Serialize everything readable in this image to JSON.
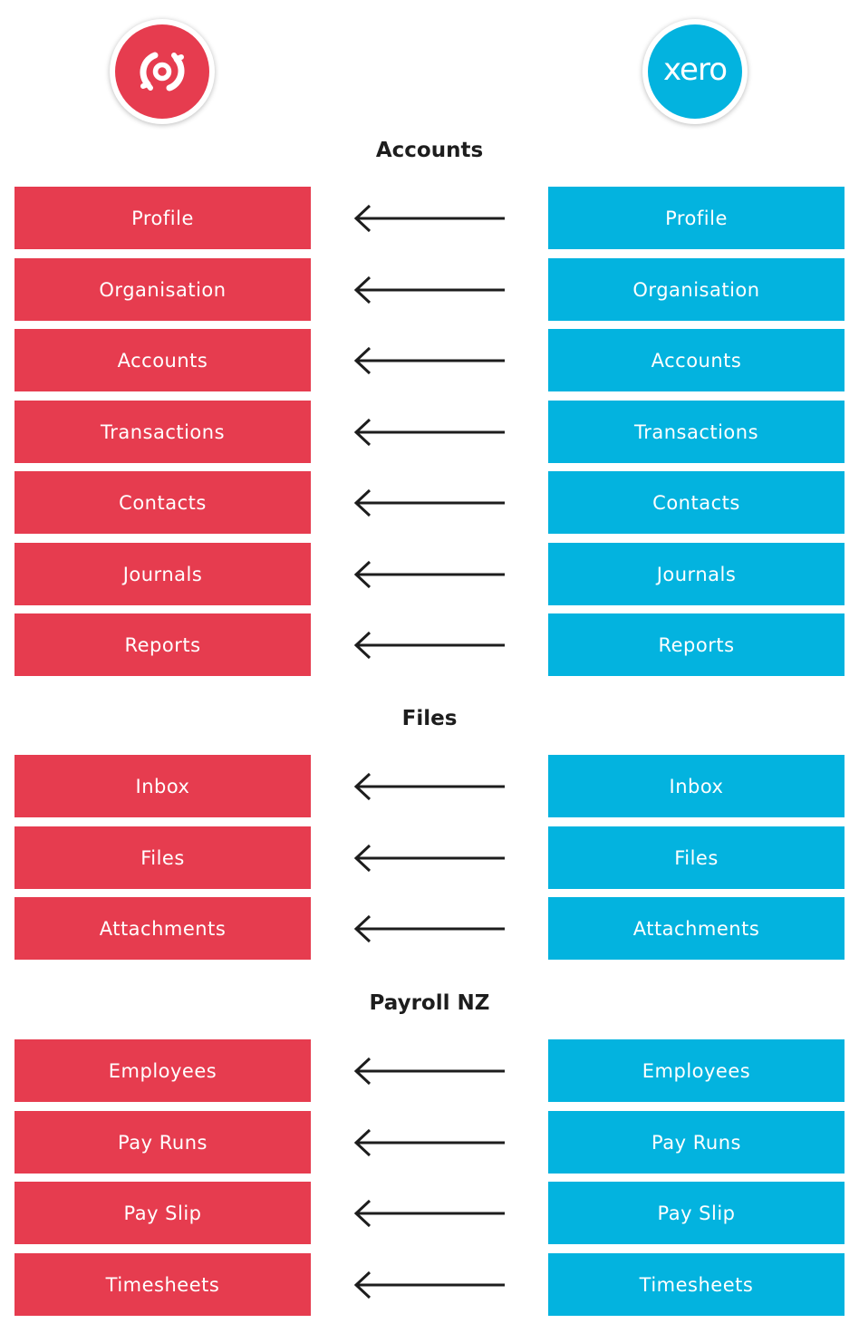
{
  "colors": {
    "source_red": "#e63c4f",
    "target_blue": "#03b3df",
    "arrow": "#1d1d1d",
    "title": "#1d1d1d"
  },
  "logos": {
    "left": {
      "icon": "sync-circle-icon"
    },
    "right": {
      "text": "xero"
    }
  },
  "sections": [
    {
      "title": "Accounts",
      "rows": [
        {
          "left": "Profile",
          "right": "Profile"
        },
        {
          "left": "Organisation",
          "right": "Organisation"
        },
        {
          "left": "Accounts",
          "right": "Accounts"
        },
        {
          "left": "Transactions",
          "right": "Transactions"
        },
        {
          "left": "Contacts",
          "right": "Contacts"
        },
        {
          "left": "Journals",
          "right": "Journals"
        },
        {
          "left": "Reports",
          "right": "Reports"
        }
      ]
    },
    {
      "title": "Files",
      "rows": [
        {
          "left": "Inbox",
          "right": "Inbox"
        },
        {
          "left": "Files",
          "right": "Files"
        },
        {
          "left": "Attachments",
          "right": "Attachments"
        }
      ]
    },
    {
      "title": "Payroll NZ",
      "rows": [
        {
          "left": "Employees",
          "right": "Employees"
        },
        {
          "left": "Pay Runs",
          "right": "Pay Runs"
        },
        {
          "left": "Pay Slip",
          "right": "Pay Slip"
        },
        {
          "left": "Timesheets",
          "right": "Timesheets"
        }
      ]
    }
  ],
  "arrow_direction": "left"
}
